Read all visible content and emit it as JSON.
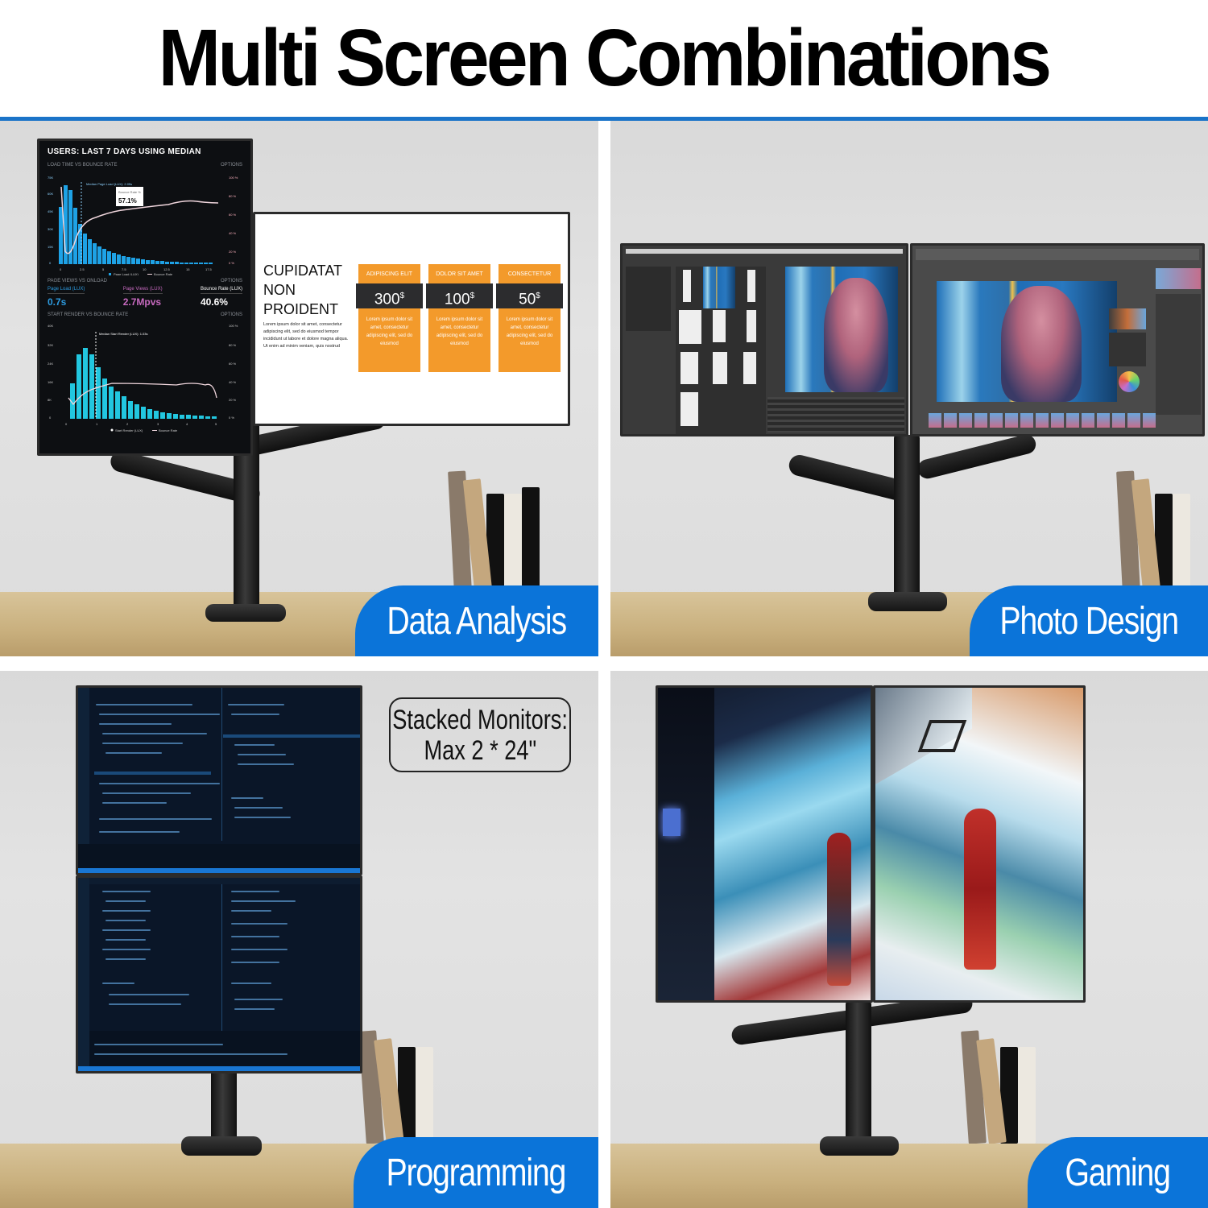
{
  "header": {
    "title": "Multi Screen Combinations"
  },
  "colors": {
    "accent_blue": "#0b74d9",
    "rule_blue": "#1a73c8",
    "orange": "#f39a2b",
    "dark_price": "#2c2c2e"
  },
  "panels": [
    {
      "label": "Data Analysis",
      "left_monitor": {
        "heading": "USERS: LAST 7 DAYS USING MEDIAN",
        "chart1": {
          "title": "LOAD TIME VS BOUNCE RATE",
          "options": "OPTIONS",
          "annotation": "Median Page Load (LUX): 2.05s",
          "tooltip_label": "Bounce Rate %",
          "tooltip_value": "57.1%",
          "y_left_ticks": [
            "75K",
            "60K",
            "45K",
            "30K",
            "15K",
            "0"
          ],
          "y_right_ticks": [
            "100 %",
            "80 %",
            "60 %",
            "40 %",
            "20 %",
            "0 %"
          ],
          "x_ticks": [
            "0",
            "2.5",
            "5",
            "7.5",
            "10",
            "12.5",
            "15",
            "17.5"
          ],
          "legend": [
            "Page Load (LUX)",
            "Bounce Rate"
          ]
        },
        "kpis": {
          "title": "PAGE VIEWS VS ONLOAD",
          "options": "OPTIONS",
          "items": [
            {
              "label": "Page Load (LUX)",
              "value": "0.7s",
              "color": "#2d9be0"
            },
            {
              "label": "Page Views (LUX)",
              "value": "2.7Mpvs",
              "color": "#c86ac0"
            },
            {
              "label": "Bounce Rate (LUX)",
              "value": "40.6%",
              "color": "#ffffff"
            }
          ]
        },
        "chart2": {
          "title": "START RENDER VS BOUNCE RATE",
          "options": "OPTIONS",
          "annotation": "Median Start Render (LUX): 1.03s",
          "y_left_ticks": [
            "40K",
            "32K",
            "24K",
            "16K",
            "8K",
            "0"
          ],
          "y_right_ticks": [
            "100 %",
            "80 %",
            "60 %",
            "40 %",
            "20 %",
            "0 %"
          ],
          "x_ticks": [
            "0",
            "1",
            "2",
            "3",
            "4",
            "5"
          ],
          "legend": [
            "Start Render (LUX)",
            "Bounce Rate"
          ]
        }
      },
      "right_monitor": {
        "title_lines": [
          "CUPIDATAT",
          "NON",
          "PROIDENT"
        ],
        "body": "Lorem ipsum dolor sit amet, consectetur adipiscing elit, sed do eiusmod tempor incididunt ut labore et dolore magna aliqua. Ut enim ad minim veniam, quis nostrud",
        "cards": [
          {
            "heading": "ADIPISCING ELIT",
            "price": "300",
            "currency": "$",
            "body": "Lorem ipsum dolor sit amet, consectetur adipiscing elit, sed do eiusmod"
          },
          {
            "heading": "DOLOR SIT AMET",
            "price": "100",
            "currency": "$",
            "body": "Lorem ipsum dolor sit amet, consectetur adipiscing elit, sed do eiusmod"
          },
          {
            "heading": "CONSECTETUR",
            "price": "50",
            "currency": "$",
            "body": "Lorem ipsum dolor sit amet, consectetur adipiscing elit, sed do eiusmod"
          }
        ]
      }
    },
    {
      "label": "Photo Design"
    },
    {
      "label": "Programming",
      "callout_lines": [
        "Stacked Monitors:",
        "Max 2 * 24\""
      ]
    },
    {
      "label": "Gaming"
    }
  ]
}
